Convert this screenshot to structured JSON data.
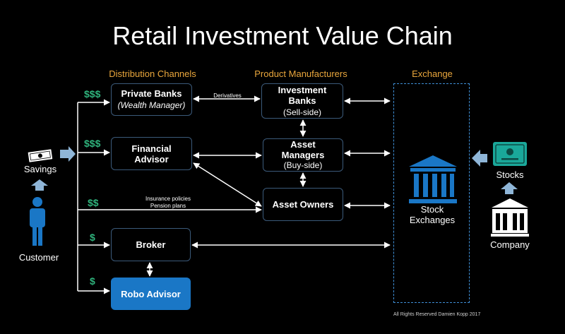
{
  "title": "Retail Investment Value Chain",
  "columns": {
    "distribution": "Distribution Channels",
    "manufacturers": "Product Manufacturers",
    "exchange": "Exchange"
  },
  "boxes": {
    "private_banks": {
      "main": "Private Banks",
      "sub": "(Wealth Manager)"
    },
    "financial_advisor": {
      "main": "Financial\nAdvisor"
    },
    "broker": {
      "main": "Broker"
    },
    "robo_advisor": {
      "main": "Robo Advisor"
    },
    "investment_banks": {
      "main": "Investment\nBanks",
      "sub": "(Sell-side)"
    },
    "asset_managers": {
      "main": "Asset\nManagers",
      "sub": "(Buy-side)"
    },
    "asset_owners": {
      "main": "Asset Owners"
    }
  },
  "money": {
    "private_banks": "$$$",
    "financial_advisor": "$$$",
    "insurance": "$$",
    "broker": "$",
    "robo": "$"
  },
  "annotations": {
    "derivatives": "Derivatives",
    "insurance_line1": "Insurance policies",
    "insurance_line2": "Pension plans"
  },
  "left": {
    "savings": "Savings",
    "customer": "Customer"
  },
  "right": {
    "stock_exchanges": "Stock\nExchanges",
    "stocks": "Stocks",
    "company": "Company"
  },
  "footer": "All Rights Reserved Damien Kopp 2017",
  "colors": {
    "accent_orange": "#e9a63c",
    "money_green": "#2fb37c",
    "icon_blue": "#1a77c6",
    "box_border": "#3b5a7a",
    "stocks_teal": "#1aa89a"
  },
  "icons": [
    "money-bill-icon",
    "person-icon",
    "stock-exchange-building-icon",
    "stock-certificate-icon",
    "company-building-icon"
  ]
}
